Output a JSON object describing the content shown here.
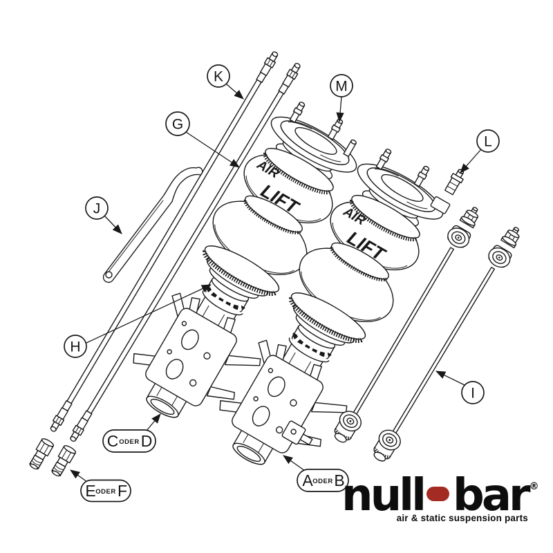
{
  "page": {
    "background": "#ffffff"
  },
  "diagram": {
    "type": "exploded-parts-diagram",
    "conjunction_label": "ODER",
    "callouts": {
      "a": "A",
      "b": "B",
      "c": "C",
      "d": "D",
      "e": "E",
      "f": "F",
      "g": "G",
      "h": "H",
      "i": "I",
      "j": "J",
      "k": "K",
      "l": "L",
      "m": "M"
    },
    "airbag_brand_word1": "AIR",
    "airbag_brand_word2": "LIFT"
  },
  "logo": {
    "word_left": "null",
    "word_right": "bar",
    "registered_mark": "®",
    "tagline": "air & static suspension parts",
    "accent_red": "#a42b23",
    "ink": "#0d0d0d"
  }
}
